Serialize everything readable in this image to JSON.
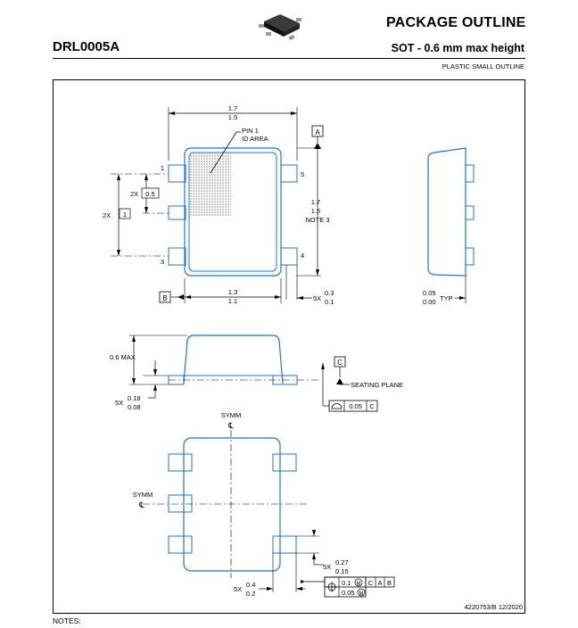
{
  "header": {
    "title": "PACKAGE OUTLINE",
    "package_id": "DRL0005A",
    "subtitle": "SOT - 0.6 mm max height",
    "category": "PLASTIC SMALL OUTLINE"
  },
  "top_view": {
    "width_max": "1.7",
    "width_min": "1.5",
    "pin1_label": "PIN 1",
    "pin1_label2": "ID AREA",
    "datum_a": "A",
    "datum_b": "B",
    "pin_numbers": [
      "1",
      "3",
      "4",
      "5"
    ],
    "pitch_prefix": "2X",
    "pitch": "0.5",
    "span_prefix": "2X",
    "span": "1",
    "length_max": "1.7",
    "length_min": "1.5",
    "length_note": "NOTE 3",
    "body_max": "1.3",
    "body_min": "1.1",
    "lead_width_prefix": "5X",
    "lead_width_max": "0.3",
    "lead_width_min": "0.1"
  },
  "side_view": {
    "standoff_max": "0.05",
    "standoff_min": "0.00",
    "standoff_note": "TYP"
  },
  "front_view": {
    "height": "0.6 MAX",
    "thick_prefix": "5X",
    "thick_max": "0.18",
    "thick_min": "0.08",
    "datum_c": "C",
    "seating": "SEATING PLANE",
    "coplanarity": "0.05",
    "coplanarity_ref": "C"
  },
  "bottom_view": {
    "symm": "SYMM",
    "cl": "℄",
    "lead_len_prefix": "5X",
    "lead_len_max": "0.27",
    "lead_len_min": "0.15",
    "lead_w_prefix": "5X",
    "lead_w_max": "0.4",
    "lead_w_min": "0.2",
    "tol1": "0.1",
    "tol1_refs": [
      "C",
      "A",
      "B"
    ],
    "tol2": "0.05"
  },
  "footer": {
    "doc_number": "4220753/B  12/2020",
    "notes": "NOTES:"
  },
  "colors": {
    "outline": "#1a73e8",
    "ink": "#000000"
  }
}
